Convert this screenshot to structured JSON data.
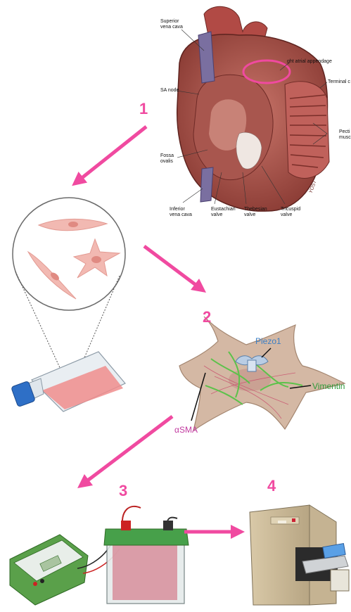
{
  "steps": [
    "1",
    "2",
    "3",
    "4"
  ],
  "heart_labels": {
    "superior_vena_cava": "Superior\nvena cava",
    "right_atrial_appendage": "ght atrial appendage",
    "terminal_crest": "Terminal c",
    "sa_node": "SA node",
    "pectinate_muscles": "Pecti\nmusc",
    "fossa_ovalis": "Fossa\novalis",
    "inferior_vena_cava": "Inferior\nvena cava",
    "eustachian_valve": "Eustachian\nvalve",
    "thebesian_valve": "Thebesian\nvalve",
    "tricuspid_valve": "Tricuspid\nvalve",
    "signature": "YOST"
  },
  "cell_labels": {
    "piezo1": "Piezo1",
    "vimentin": "Vimentin",
    "asma": "αSMA"
  },
  "colors": {
    "accent_pink": "#f04aa0",
    "piezo_blue": "#3d7fc4",
    "vimentin_green": "#2e9b3a",
    "asma_magenta": "#c23aa0"
  }
}
